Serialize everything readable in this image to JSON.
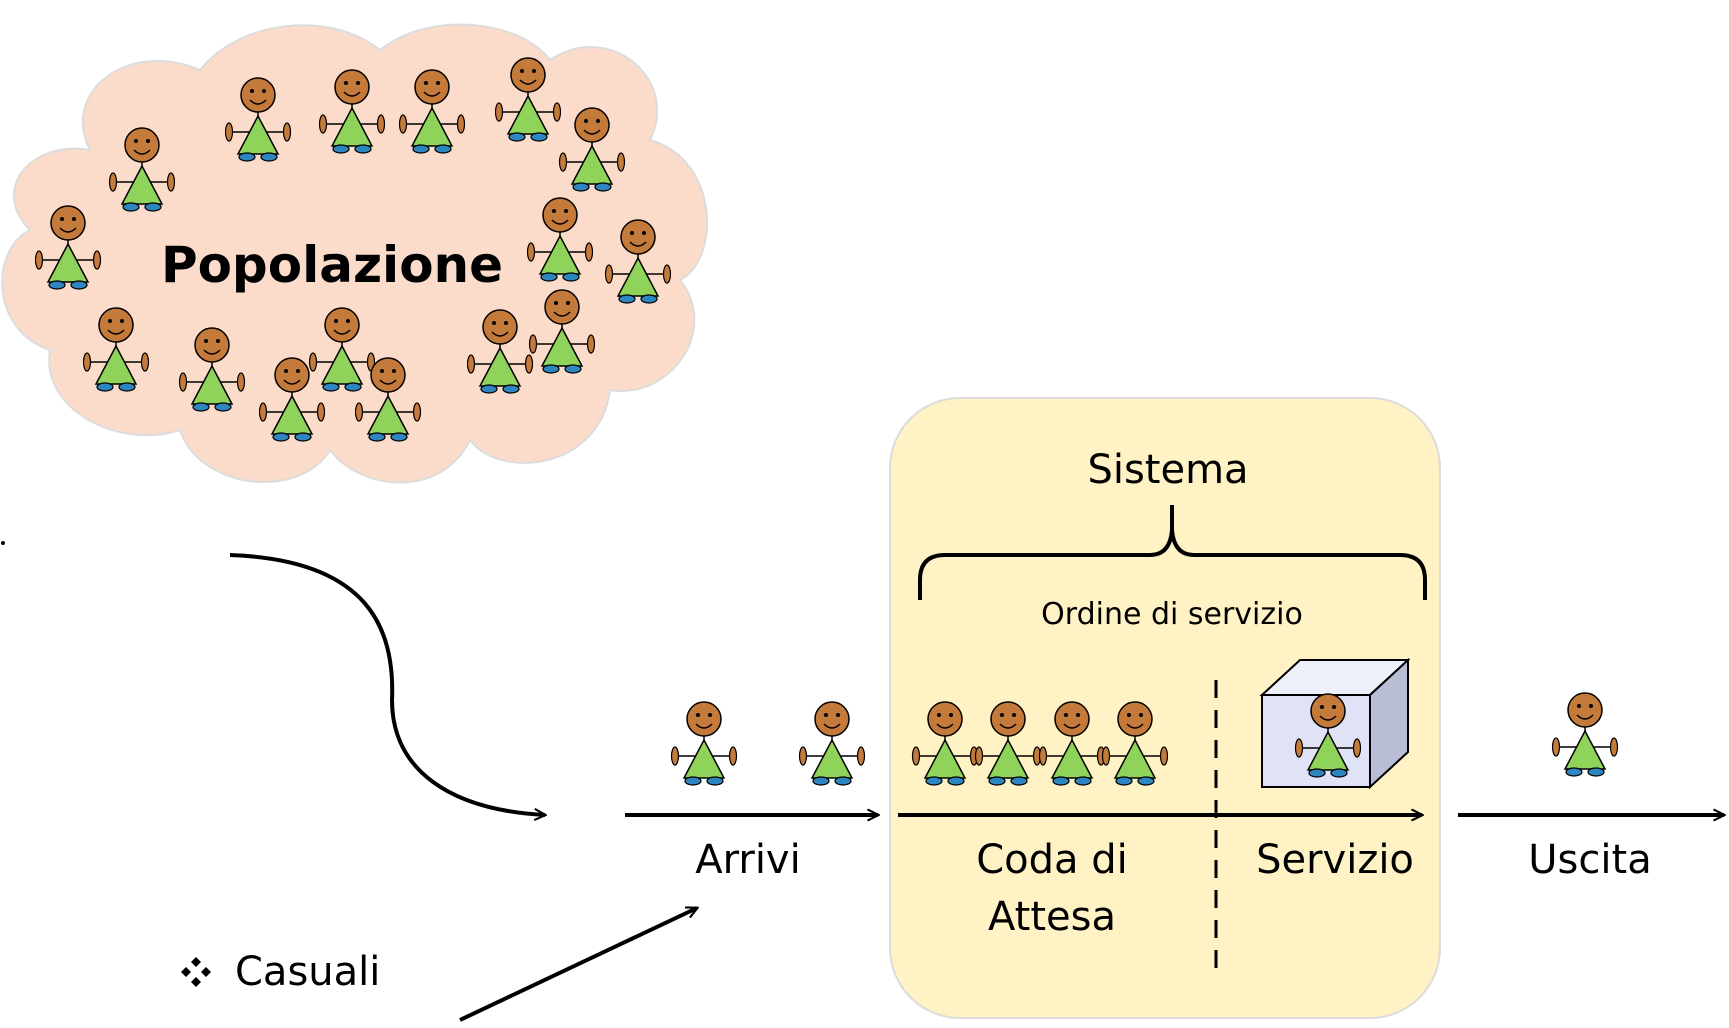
{
  "population": {
    "label": "Popolazione"
  },
  "system": {
    "title": "Sistema",
    "service_order": "Ordine di servizio",
    "queue_label_line1": "Coda di",
    "queue_label_line2": "Attesa",
    "service_label": "Servizio"
  },
  "flow": {
    "arrivals_label": "Arrivi",
    "exit_label": "Uscita"
  },
  "notes": {
    "bullet_icon": "four-diamond-bullet-icon",
    "casual_label": "Casuali"
  },
  "colors": {
    "cloud_fill": "#fbdccb",
    "system_fill": "#fff2c5",
    "person_head": "#c47a3a",
    "person_body": "#8fd35a",
    "person_feet": "#2e86c1",
    "server_box": "#dfe3f5"
  }
}
